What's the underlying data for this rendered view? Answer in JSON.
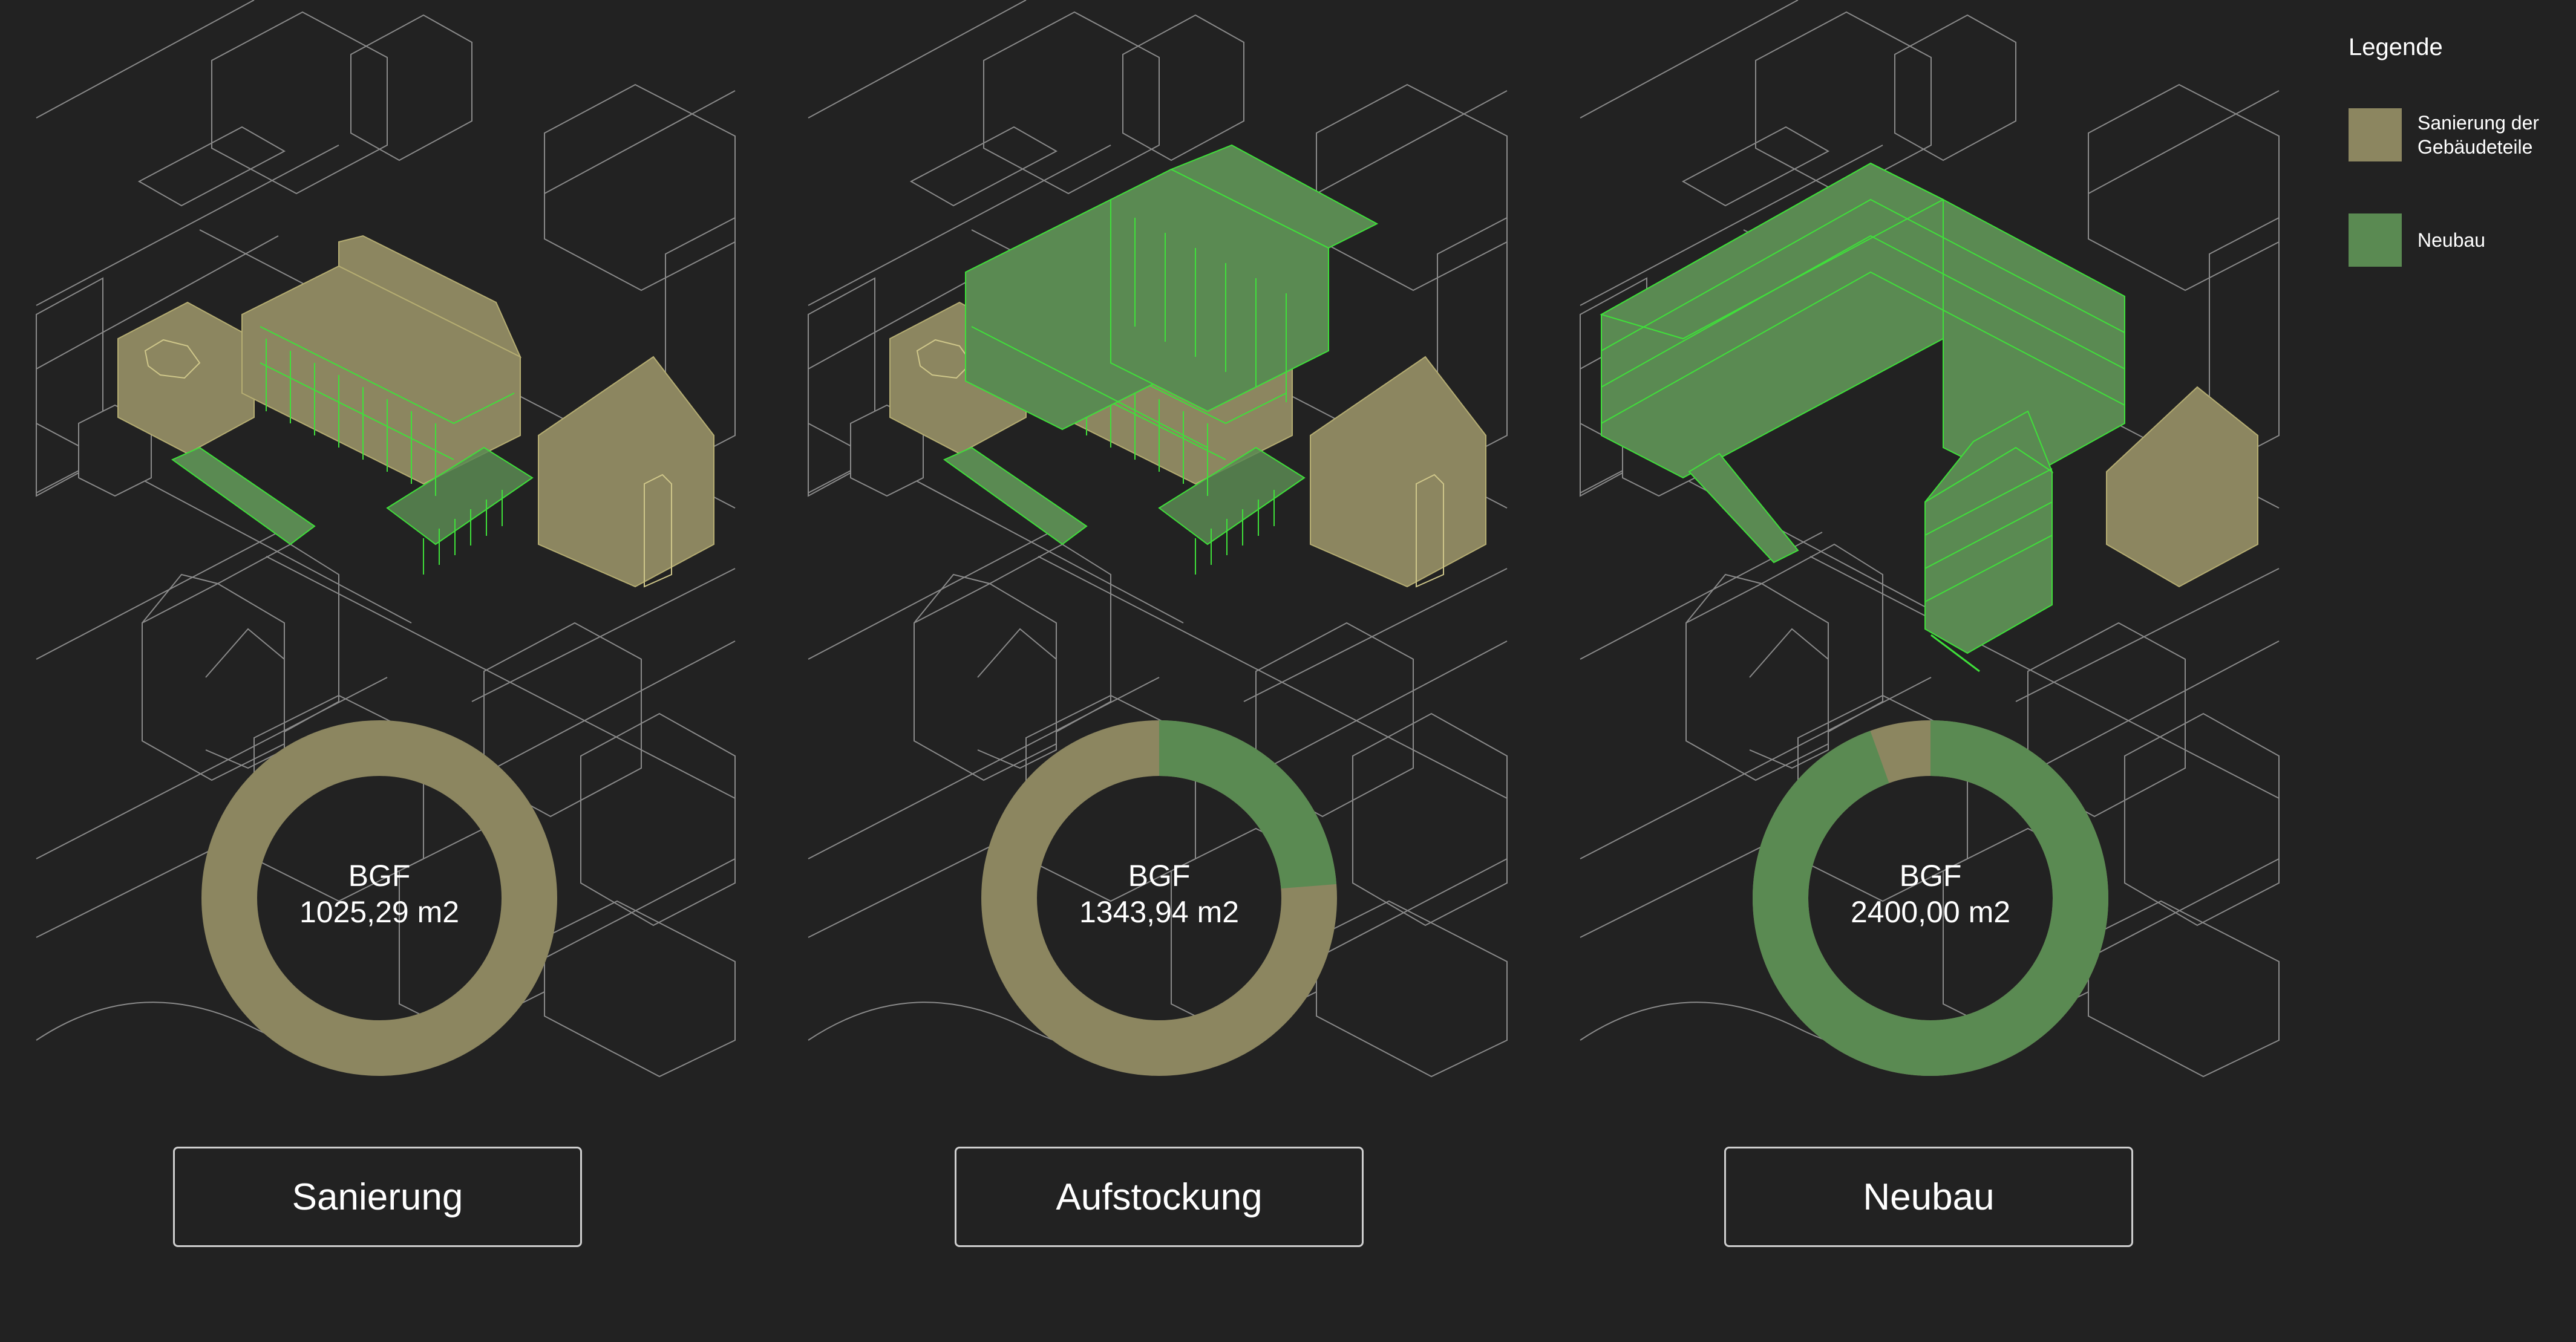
{
  "legend": {
    "title": "Legende",
    "items": [
      {
        "label": "Sanierung der\nGebäudeteile",
        "color": "#8c8660"
      },
      {
        "label": "Neubau",
        "color": "#5a8a52"
      }
    ]
  },
  "colors": {
    "background": "#222222",
    "sanierung": "#8c8660",
    "neubau": "#5a8a52",
    "highlight_line": "#3fe03a",
    "context_line": "#8a8a8a"
  },
  "scenarios": [
    {
      "button_label": "Sanierung",
      "chart_title": "BGF",
      "chart_value": "1025,29 m2",
      "neubau_share": 0.0
    },
    {
      "button_label": "Aufstockung",
      "chart_title": "BGF",
      "chart_value": "1343,94 m2",
      "neubau_share": 0.2375
    },
    {
      "button_label": "Neubau",
      "chart_title": "BGF",
      "chart_value": "2400,00 m2",
      "neubau_share": 0.945
    }
  ]
}
